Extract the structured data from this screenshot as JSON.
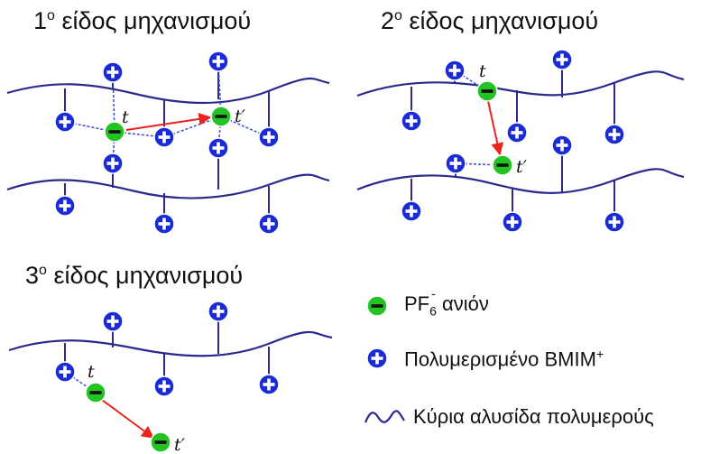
{
  "panels": [
    {
      "title_num": "1",
      "title_sup": "ο",
      "title_text": " είδος μηχανισμού"
    },
    {
      "title_num": "2",
      "title_sup": "ο",
      "title_text": " είδος μηχανισμού"
    },
    {
      "title_num": "3",
      "title_sup": "ο",
      "title_text": " είδος μηχανισμού"
    }
  ],
  "site_labels": {
    "start": "t",
    "end": "t′"
  },
  "legend": {
    "anion": {
      "main": "PF",
      "sub": "6",
      "sup": "-",
      "rest": " ανιόν"
    },
    "cation": {
      "main": "Πολυμερισμένο BMIM",
      "sup": "+"
    },
    "chain": {
      "main": "Κύρια αλυσίδα πολυμερούς"
    }
  },
  "colors": {
    "chain": "#2b2a8c",
    "cation_fill": "#1a2bd6",
    "anion_fill": "#22c322",
    "arrow": "#e8241d",
    "dotted": "#3a4bd8"
  },
  "icons": [
    "plus-circle-icon",
    "minus-circle-icon",
    "wave-icon"
  ]
}
